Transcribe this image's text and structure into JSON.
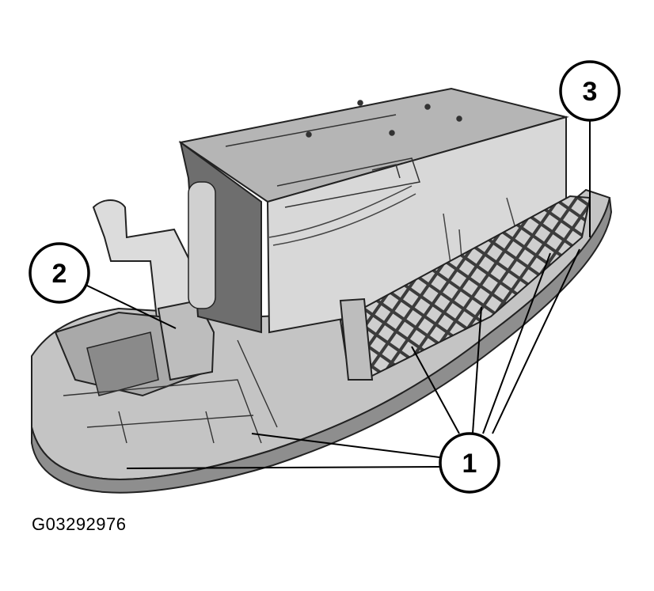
{
  "callouts": [
    {
      "label": "1"
    },
    {
      "label": "2"
    },
    {
      "label": "3"
    }
  ],
  "figure_id": "G03292976",
  "colors": {
    "light": "#d9d9d9",
    "mid": "#b3b3b3",
    "dark": "#555555",
    "line": "#000000"
  }
}
